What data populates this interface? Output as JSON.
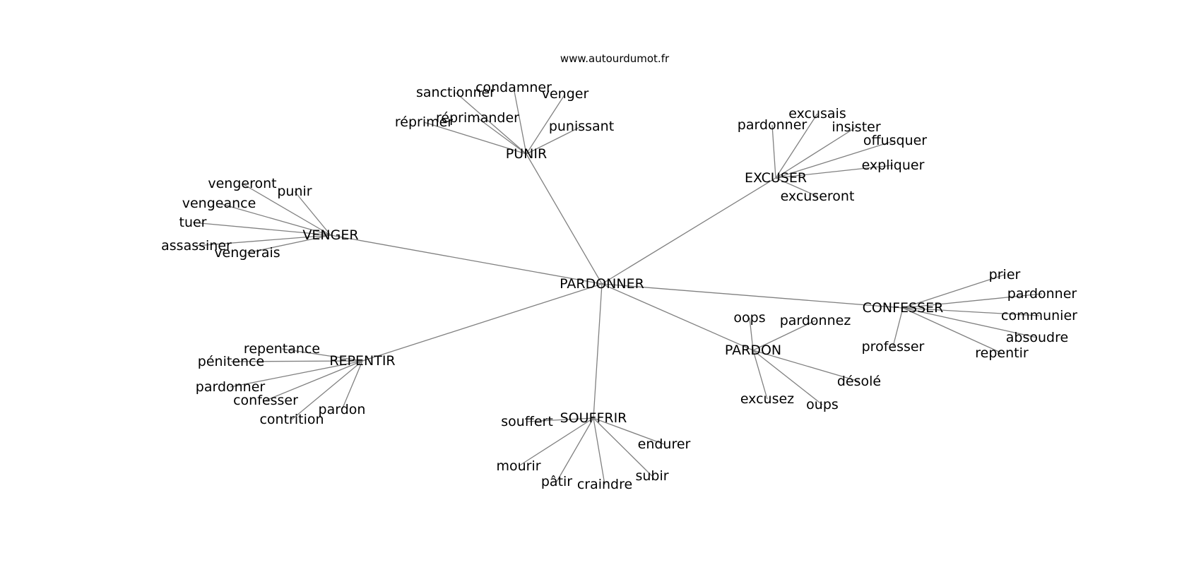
{
  "header": {
    "site": "www.autourdumot.fr"
  },
  "graph": {
    "center": "PARDONNER",
    "groups": [
      {
        "hub": "PUNIR",
        "words": [
          "sanctionner",
          "condamner",
          "venger",
          "réprimer",
          "réprimander",
          "punissant"
        ]
      },
      {
        "hub": "EXCUSER",
        "words": [
          "excusais",
          "pardonner",
          "insister",
          "offusquer",
          "expliquer",
          "excuseront"
        ]
      },
      {
        "hub": "VENGER",
        "words": [
          "vengeront",
          "punir",
          "vengeance",
          "tuer",
          "assassiner",
          "vengerais"
        ]
      },
      {
        "hub": "CONFESSER",
        "words": [
          "prier",
          "pardonner",
          "communier",
          "absoudre",
          "professer",
          "repentir"
        ]
      },
      {
        "hub": "PARDON",
        "words": [
          "oops",
          "pardonnez",
          "désolé",
          "excusez",
          "oups"
        ]
      },
      {
        "hub": "REPENTIR",
        "words": [
          "repentance",
          "pénitence",
          "pardonner",
          "confesser",
          "contrition",
          "pardon"
        ]
      },
      {
        "hub": "SOUFFRIR",
        "words": [
          "souffert",
          "endurer",
          "mourir",
          "pâtir",
          "craindre",
          "subir"
        ]
      }
    ]
  }
}
